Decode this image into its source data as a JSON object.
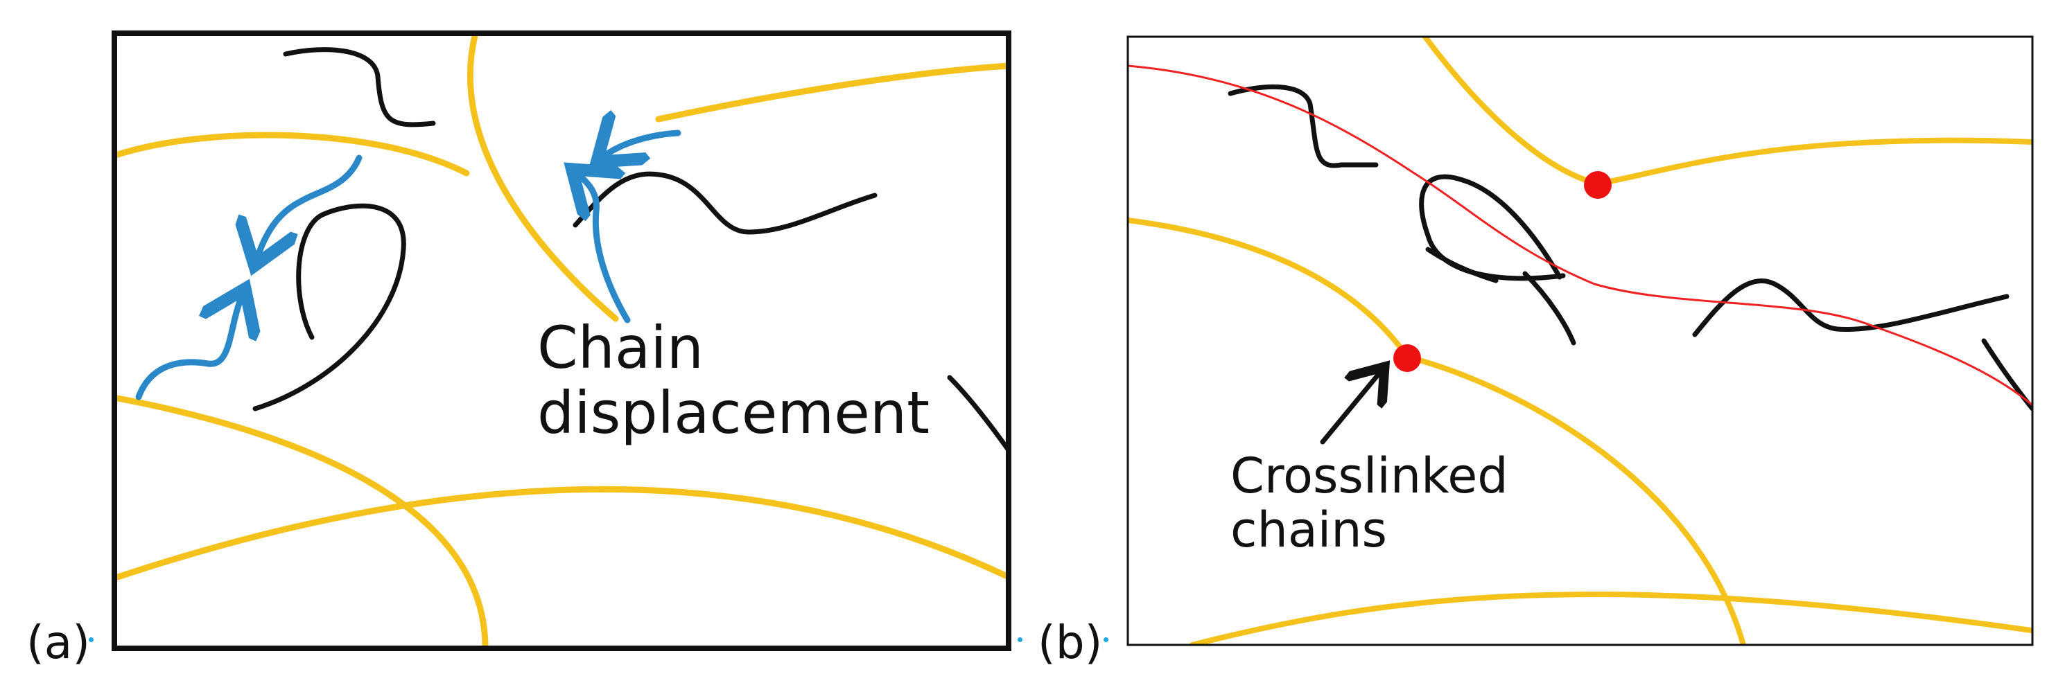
{
  "figure": {
    "panels": [
      {
        "id": "a",
        "label": "(a)",
        "annotation": [
          "Chain",
          "displacement"
        ]
      },
      {
        "id": "b",
        "label": "(b)",
        "annotation": [
          "Crosslinked",
          "chains"
        ]
      }
    ],
    "colors": {
      "crosslinked_chain": "#f5c21b",
      "free_chain": "#111111",
      "displacement_arrow": "#2b88c8",
      "crosslink_point": "#ee1111",
      "path_line": "#ee2222",
      "frame": "#111111"
    }
  }
}
